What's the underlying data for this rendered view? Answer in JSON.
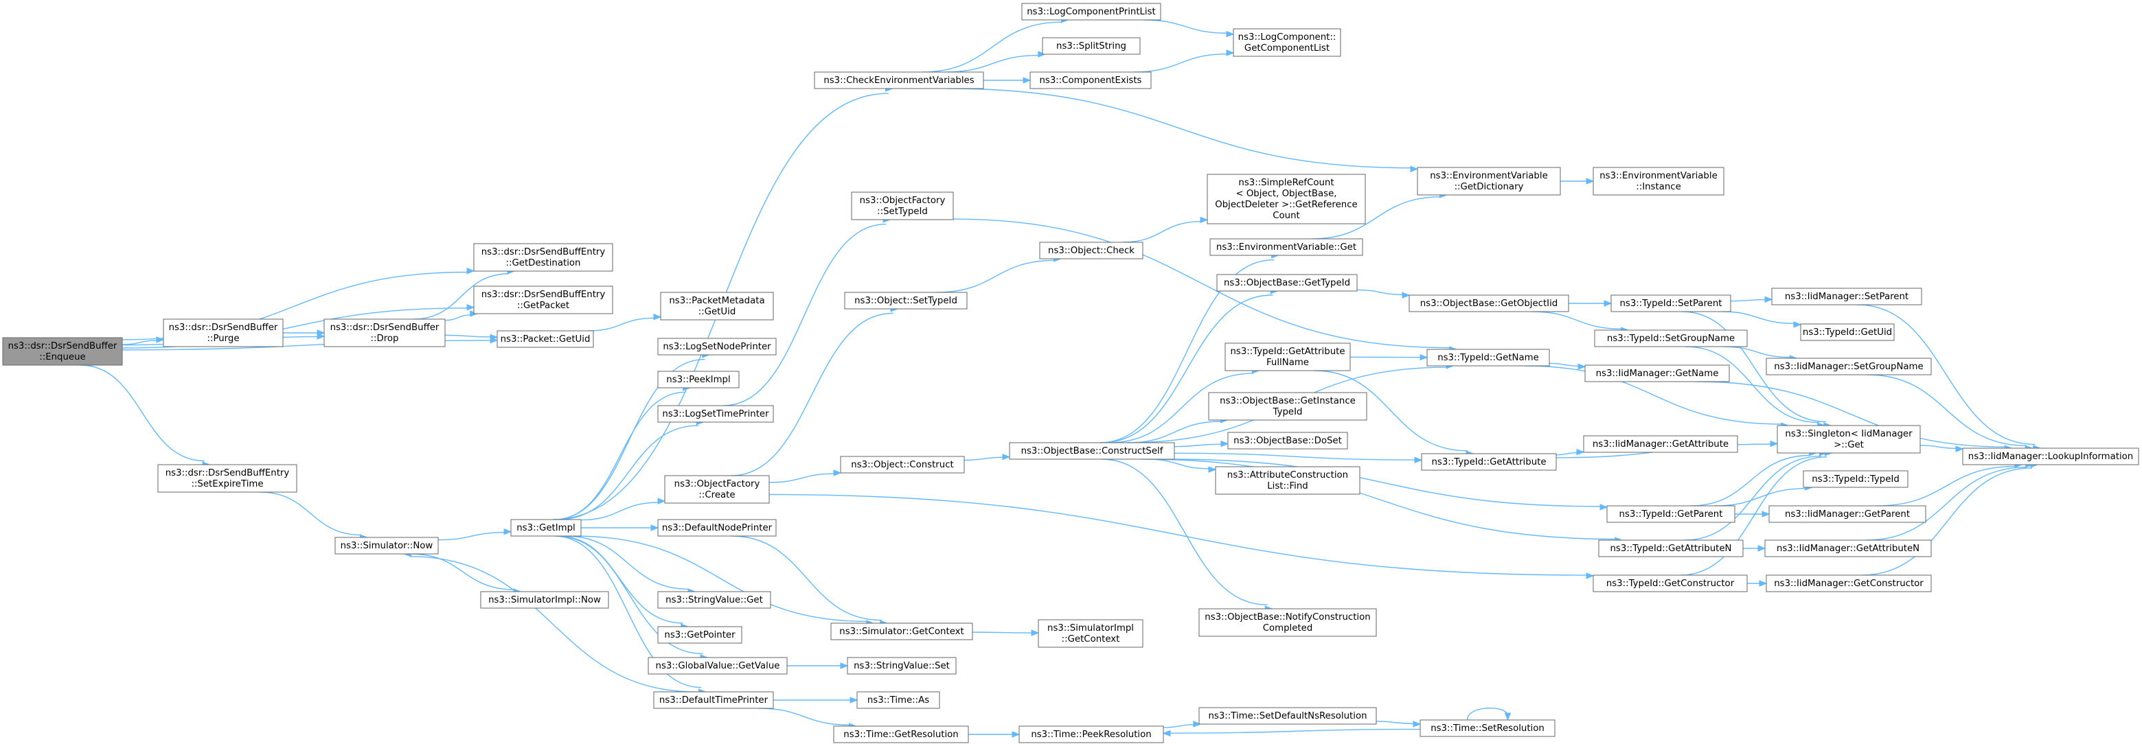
{
  "nodes": [
    {
      "id": "root",
      "lines": [
        "ns3::dsr::DsrSendBuffer",
        "::Enqueue"
      ],
      "root": true
    },
    {
      "id": "purge",
      "lines": [
        "ns3::dsr::DsrSendBuffer",
        "::Purge"
      ]
    },
    {
      "id": "drop",
      "lines": [
        "ns3::dsr::DsrSendBuffer",
        "::Drop"
      ]
    },
    {
      "id": "getdest",
      "lines": [
        "ns3::dsr::DsrSendBuffEntry",
        "::GetDestination"
      ]
    },
    {
      "id": "getpacket",
      "lines": [
        "ns3::dsr::DsrSendBuffEntry",
        "::GetPacket"
      ]
    },
    {
      "id": "pktgetuid",
      "lines": [
        "ns3::Packet::GetUid"
      ]
    },
    {
      "id": "pmdgetuid",
      "lines": [
        "ns3::PacketMetadata",
        "::GetUid"
      ]
    },
    {
      "id": "setexpire",
      "lines": [
        "ns3::dsr::DsrSendBuffEntry",
        "::SetExpireTime"
      ]
    },
    {
      "id": "simnow",
      "lines": [
        "ns3::Simulator::Now"
      ]
    },
    {
      "id": "simimplnow",
      "lines": [
        "ns3::SimulatorImpl::Now"
      ]
    },
    {
      "id": "getimpl",
      "lines": [
        "ns3::GetImpl"
      ]
    },
    {
      "id": "logsetnode",
      "lines": [
        "ns3::LogSetNodePrinter"
      ]
    },
    {
      "id": "peekimpl",
      "lines": [
        "ns3::PeekImpl"
      ]
    },
    {
      "id": "logsettime",
      "lines": [
        "ns3::LogSetTimePrinter"
      ]
    },
    {
      "id": "ofcreate",
      "lines": [
        "ns3::ObjectFactory",
        "::Create"
      ]
    },
    {
      "id": "defnodeprinter",
      "lines": [
        "ns3::DefaultNodePrinter"
      ]
    },
    {
      "id": "strvalget",
      "lines": [
        "ns3::StringValue::Get"
      ]
    },
    {
      "id": "getpointer",
      "lines": [
        "ns3::GetPointer"
      ]
    },
    {
      "id": "gvgetvalue",
      "lines": [
        "ns3::GlobalValue::GetValue"
      ]
    },
    {
      "id": "deftimeprinter",
      "lines": [
        "ns3::DefaultTimePrinter"
      ]
    },
    {
      "id": "checkenv",
      "lines": [
        "ns3::CheckEnvironmentVariables"
      ]
    },
    {
      "id": "ofsettypeid",
      "lines": [
        "ns3::ObjectFactory",
        "::SetTypeId"
      ]
    },
    {
      "id": "objsettypeid",
      "lines": [
        "ns3::Object::SetTypeId"
      ]
    },
    {
      "id": "objconstruct",
      "lines": [
        "ns3::Object::Construct"
      ]
    },
    {
      "id": "simgetctx",
      "lines": [
        "ns3::Simulator::GetContext"
      ]
    },
    {
      "id": "strvalset",
      "lines": [
        "ns3::StringValue::Set"
      ]
    },
    {
      "id": "timeas",
      "lines": [
        "ns3::Time::As"
      ]
    },
    {
      "id": "timegetres",
      "lines": [
        "ns3::Time::GetResolution"
      ]
    },
    {
      "id": "logcompprint",
      "lines": [
        "ns3::LogComponentPrintList"
      ]
    },
    {
      "id": "splitstring",
      "lines": [
        "ns3::SplitString"
      ]
    },
    {
      "id": "compexists",
      "lines": [
        "ns3::ComponentExists"
      ]
    },
    {
      "id": "objcheck",
      "lines": [
        "ns3::Object::Check"
      ]
    },
    {
      "id": "constructself",
      "lines": [
        "ns3::ObjectBase::ConstructSelf"
      ]
    },
    {
      "id": "simimplgetctx",
      "lines": [
        "ns3::SimulatorImpl",
        "::GetContext"
      ]
    },
    {
      "id": "peekres",
      "lines": [
        "ns3::Time::PeekResolution"
      ]
    },
    {
      "id": "logcompgetlist",
      "lines": [
        "ns3::LogComponent::",
        "GetComponentList"
      ]
    },
    {
      "id": "simplerefcount",
      "lines": [
        "ns3::SimpleRefCount",
        "< Object, ObjectBase,",
        "ObjectDeleter >::GetReference",
        "Count"
      ]
    },
    {
      "id": "envget",
      "lines": [
        "ns3::EnvironmentVariable::Get"
      ]
    },
    {
      "id": "obgettypeid",
      "lines": [
        "ns3::ObjectBase::GetTypeId"
      ]
    },
    {
      "id": "tidgetattrfull",
      "lines": [
        "ns3::TypeId::GetAttribute",
        "FullName"
      ]
    },
    {
      "id": "obgetinst",
      "lines": [
        "ns3::ObjectBase::GetInstance",
        "TypeId"
      ]
    },
    {
      "id": "obdoset",
      "lines": [
        "ns3::ObjectBase::DoSet"
      ]
    },
    {
      "id": "attrconstruct",
      "lines": [
        "ns3::AttributeConstruction",
        "List::Find"
      ]
    },
    {
      "id": "obnotify",
      "lines": [
        "ns3::ObjectBase::NotifyConstruction",
        "Completed"
      ]
    },
    {
      "id": "setdefaultns",
      "lines": [
        "ns3::Time::SetDefaultNsResolution"
      ]
    },
    {
      "id": "envgetdict",
      "lines": [
        "ns3::EnvironmentVariable",
        "::GetDictionary"
      ]
    },
    {
      "id": "obgetobjectiid",
      "lines": [
        "ns3::ObjectBase::GetObjectIid"
      ]
    },
    {
      "id": "tidgetname",
      "lines": [
        "ns3::TypeId::GetName"
      ]
    },
    {
      "id": "tidgetattr",
      "lines": [
        "ns3::TypeId::GetAttribute"
      ]
    },
    {
      "id": "tidgetparent",
      "lines": [
        "ns3::TypeId::GetParent"
      ]
    },
    {
      "id": "tidgetattrn",
      "lines": [
        "ns3::TypeId::GetAttributeN"
      ]
    },
    {
      "id": "tidgetconstructor",
      "lines": [
        "ns3::TypeId::GetConstructor"
      ]
    },
    {
      "id": "timesetres",
      "lines": [
        "ns3::Time::SetResolution"
      ]
    },
    {
      "id": "envinstance",
      "lines": [
        "ns3::EnvironmentVariable",
        "::Instance"
      ]
    },
    {
      "id": "tidsetparent",
      "lines": [
        "ns3::TypeId::SetParent"
      ]
    },
    {
      "id": "tidsetgroup",
      "lines": [
        "ns3::TypeId::SetGroupName"
      ]
    },
    {
      "id": "iidgetname",
      "lines": [
        "ns3::IidManager::GetName"
      ]
    },
    {
      "id": "iidgetattr",
      "lines": [
        "ns3::IidManager::GetAttribute"
      ]
    },
    {
      "id": "singletonget",
      "lines": [
        "ns3::Singleton< IidManager",
        ">::Get"
      ]
    },
    {
      "id": "tidtypeid",
      "lines": [
        "ns3::TypeId::TypeId"
      ]
    },
    {
      "id": "iidsetparent",
      "lines": [
        "ns3::IidManager::SetParent"
      ]
    },
    {
      "id": "tidgetuid",
      "lines": [
        "ns3::TypeId::GetUid"
      ]
    },
    {
      "id": "iidsetgroup",
      "lines": [
        "ns3::IidManager::SetGroupName"
      ]
    },
    {
      "id": "iidgetparent",
      "lines": [
        "ns3::IidManager::GetParent"
      ]
    },
    {
      "id": "iidgetattrn",
      "lines": [
        "ns3::IidManager::GetAttributeN"
      ]
    },
    {
      "id": "iidgetconstructor",
      "lines": [
        "ns3::IidManager::GetConstructor"
      ]
    },
    {
      "id": "iidlookup",
      "lines": [
        "ns3::IidManager::LookupInformation"
      ]
    }
  ],
  "edges": [
    [
      "root",
      "getdest"
    ],
    [
      "root",
      "getpacket"
    ],
    [
      "root",
      "purge"
    ],
    [
      "root",
      "drop"
    ],
    [
      "root",
      "pktgetuid"
    ],
    [
      "root",
      "setexpire"
    ],
    [
      "purge",
      "drop"
    ],
    [
      "drop",
      "getdest"
    ],
    [
      "drop",
      "getpacket"
    ],
    [
      "drop",
      "pktgetuid"
    ],
    [
      "pktgetuid",
      "pmdgetuid"
    ],
    [
      "setexpire",
      "simnow"
    ],
    [
      "simnow",
      "getimpl"
    ],
    [
      "simnow",
      "simimplnow"
    ],
    [
      "getimpl",
      "checkenv"
    ],
    [
      "getimpl",
      "logsetnode"
    ],
    [
      "getimpl",
      "peekimpl"
    ],
    [
      "getimpl",
      "logsettime"
    ],
    [
      "getimpl",
      "ofcreate"
    ],
    [
      "getimpl",
      "defnodeprinter"
    ],
    [
      "getimpl",
      "strvalget"
    ],
    [
      "getimpl",
      "getpointer"
    ],
    [
      "getimpl",
      "gvgetvalue"
    ],
    [
      "getimpl",
      "deftimeprinter"
    ],
    [
      "getimpl",
      "simgetctx"
    ],
    [
      "logsettime",
      "ofsettypeid"
    ],
    [
      "ofcreate",
      "objsettypeid"
    ],
    [
      "ofcreate",
      "objconstruct"
    ],
    [
      "ofcreate",
      "tidgetconstructor"
    ],
    [
      "defnodeprinter",
      "simgetctx"
    ],
    [
      "simgetctx",
      "simimplgetctx"
    ],
    [
      "gvgetvalue",
      "strvalset"
    ],
    [
      "deftimeprinter",
      "simnow"
    ],
    [
      "deftimeprinter",
      "timeas"
    ],
    [
      "deftimeprinter",
      "timegetres"
    ],
    [
      "timegetres",
      "peekres"
    ],
    [
      "checkenv",
      "logcompprint"
    ],
    [
      "checkenv",
      "splitstring"
    ],
    [
      "checkenv",
      "compexists"
    ],
    [
      "checkenv",
      "envgetdict"
    ],
    [
      "logcompprint",
      "logcompgetlist"
    ],
    [
      "compexists",
      "logcompgetlist"
    ],
    [
      "ofsettypeid",
      "tidgetname"
    ],
    [
      "objsettypeid",
      "objcheck"
    ],
    [
      "objcheck",
      "simplerefcount"
    ],
    [
      "objconstruct",
      "constructself"
    ],
    [
      "constructself",
      "envget"
    ],
    [
      "constructself",
      "obgettypeid"
    ],
    [
      "constructself",
      "tidgetname"
    ],
    [
      "constructself",
      "tidgetattrfull"
    ],
    [
      "constructself",
      "obgetinst"
    ],
    [
      "constructself",
      "obdoset"
    ],
    [
      "constructself",
      "attrconstruct"
    ],
    [
      "constructself",
      "tidgetattr"
    ],
    [
      "constructself",
      "tidgetparent"
    ],
    [
      "constructself",
      "tidgetattrn"
    ],
    [
      "constructself",
      "obnotify"
    ],
    [
      "envget",
      "envgetdict"
    ],
    [
      "envgetdict",
      "envinstance"
    ],
    [
      "obgettypeid",
      "obgetobjectiid"
    ],
    [
      "obgetobjectiid",
      "tidsetparent"
    ],
    [
      "obgetobjectiid",
      "tidsetgroup"
    ],
    [
      "tidgetattrfull",
      "tidgetname"
    ],
    [
      "tidgetattrfull",
      "tidgetattr"
    ],
    [
      "tidgetname",
      "iidgetname"
    ],
    [
      "tidgetname",
      "singletonget"
    ],
    [
      "tidgetattr",
      "iidgetattr"
    ],
    [
      "tidgetattr",
      "singletonget"
    ],
    [
      "tidgetparent",
      "singletonget"
    ],
    [
      "tidgetparent",
      "tidtypeid"
    ],
    [
      "tidgetparent",
      "iidgetparent"
    ],
    [
      "tidgetattrn",
      "singletonget"
    ],
    [
      "tidgetattrn",
      "iidgetattrn"
    ],
    [
      "tidgetconstructor",
      "singletonget"
    ],
    [
      "tidgetconstructor",
      "iidgetconstructor"
    ],
    [
      "tidsetparent",
      "iidsetparent"
    ],
    [
      "tidsetparent",
      "tidgetuid"
    ],
    [
      "tidsetparent",
      "singletonget"
    ],
    [
      "tidsetgroup",
      "iidsetgroup"
    ],
    [
      "tidsetgroup",
      "singletonget"
    ],
    [
      "iidgetname",
      "iidlookup"
    ],
    [
      "iidsetparent",
      "iidlookup"
    ],
    [
      "iidsetgroup",
      "iidlookup"
    ],
    [
      "iidgetparent",
      "iidlookup"
    ],
    [
      "iidgetattrn",
      "iidlookup"
    ],
    [
      "iidgetconstructor",
      "iidlookup"
    ],
    [
      "singletonget",
      "iidlookup"
    ],
    [
      "peekres",
      "setdefaultns"
    ],
    [
      "setdefaultns",
      "timesetres"
    ],
    [
      "timesetres",
      "peekres"
    ],
    [
      "timesetres",
      "timesetres"
    ]
  ]
}
